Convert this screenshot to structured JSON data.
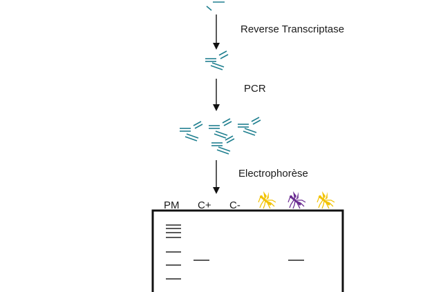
{
  "steps": [
    {
      "label": "Reverse Transcriptase"
    },
    {
      "label": "PCR"
    },
    {
      "label": "Electrophorèse"
    }
  ],
  "gel": {
    "lanes": [
      {
        "label": "PM"
      },
      {
        "label": "C+"
      },
      {
        "label": "C-"
      },
      {
        "icon": "mosquito-icon",
        "color": "#f2c200"
      },
      {
        "icon": "mosquito-icon",
        "color": "#6a2c91"
      },
      {
        "icon": "mosquito-icon",
        "color": "#f2c200"
      }
    ]
  },
  "colors": {
    "dna": "#1f7f8f",
    "ink": "#111111"
  }
}
